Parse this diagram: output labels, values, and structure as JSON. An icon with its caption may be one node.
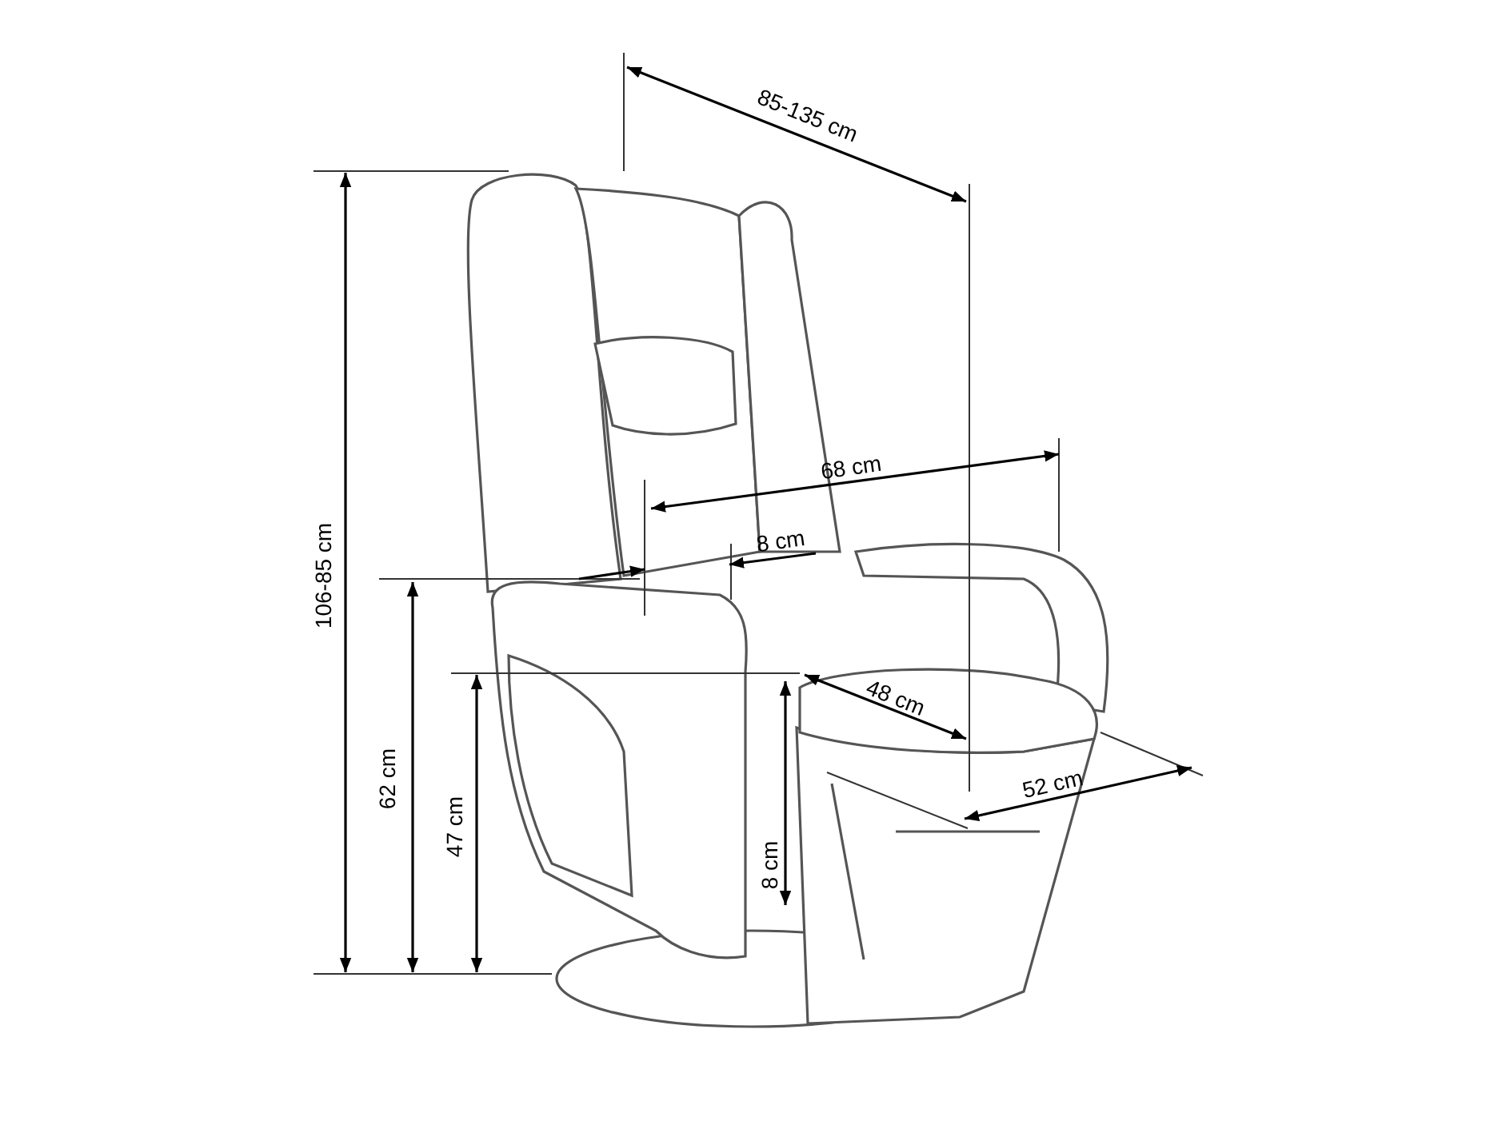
{
  "diagram": {
    "labels": [
      "85-135 cm",
      "68 cm",
      "8 cm",
      "106-85 cm",
      "48 cm",
      "62 cm",
      "52 cm",
      "47 cm",
      "8 cm"
    ]
  }
}
